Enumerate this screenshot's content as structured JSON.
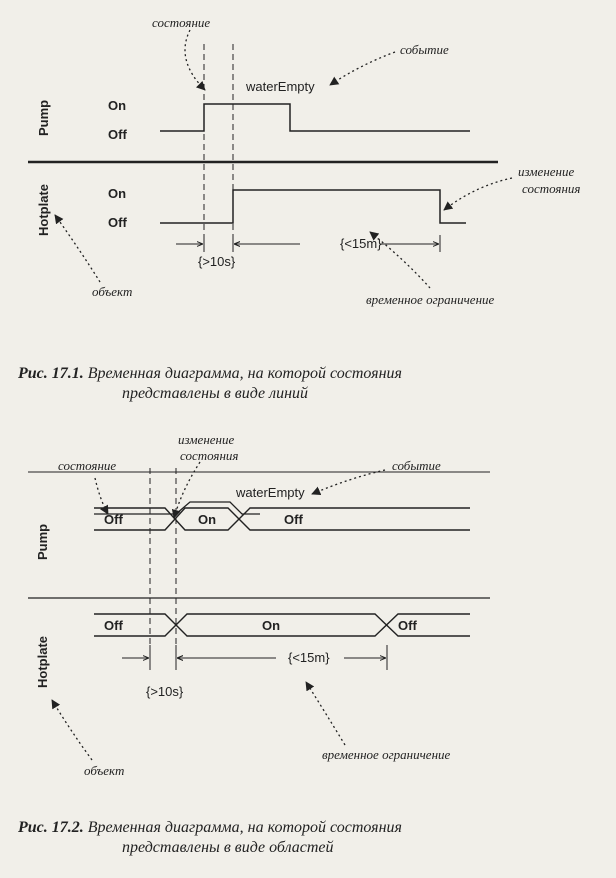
{
  "figure1": {
    "object_pump": "Pump",
    "object_hotplate": "Hotplate",
    "pump_states": [
      "On",
      "Off"
    ],
    "hotplate_states": [
      "On",
      "Off"
    ],
    "event": "waterEmpty",
    "constraint_1": "{>10s}",
    "constraint_2": "{<15m}",
    "ann_state": "состояние",
    "ann_event": "событие",
    "ann_change_1": "изменение",
    "ann_change_2": "состояния",
    "ann_object": "объект",
    "ann_time": "временное ограничение",
    "caption_num": "Рис. 17.1.",
    "caption_line1": "Временная диаграмма, на которой состояния",
    "caption_line2": "представлены в виде линий"
  },
  "figure2": {
    "object_pump": "Pump",
    "object_hotplate": "Hotplate",
    "pump_states": [
      "Off",
      "On",
      "Off"
    ],
    "hotplate_states": [
      "Off",
      "On",
      "Off"
    ],
    "event": "waterEmpty",
    "constraint_1": "{>10s}",
    "constraint_2": "{<15m}",
    "ann_state": "состояние",
    "ann_change_1": "изменение",
    "ann_change_2": "состояния",
    "ann_event": "событие",
    "ann_object": "объект",
    "ann_time": "временное ограничение",
    "caption_num": "Рис. 17.2.",
    "caption_line1": "Временная диаграмма, на которой состояния",
    "caption_line2": "представлены в виде областей"
  },
  "colors": {
    "ink": "#222222",
    "paper": "#f1efe9"
  }
}
